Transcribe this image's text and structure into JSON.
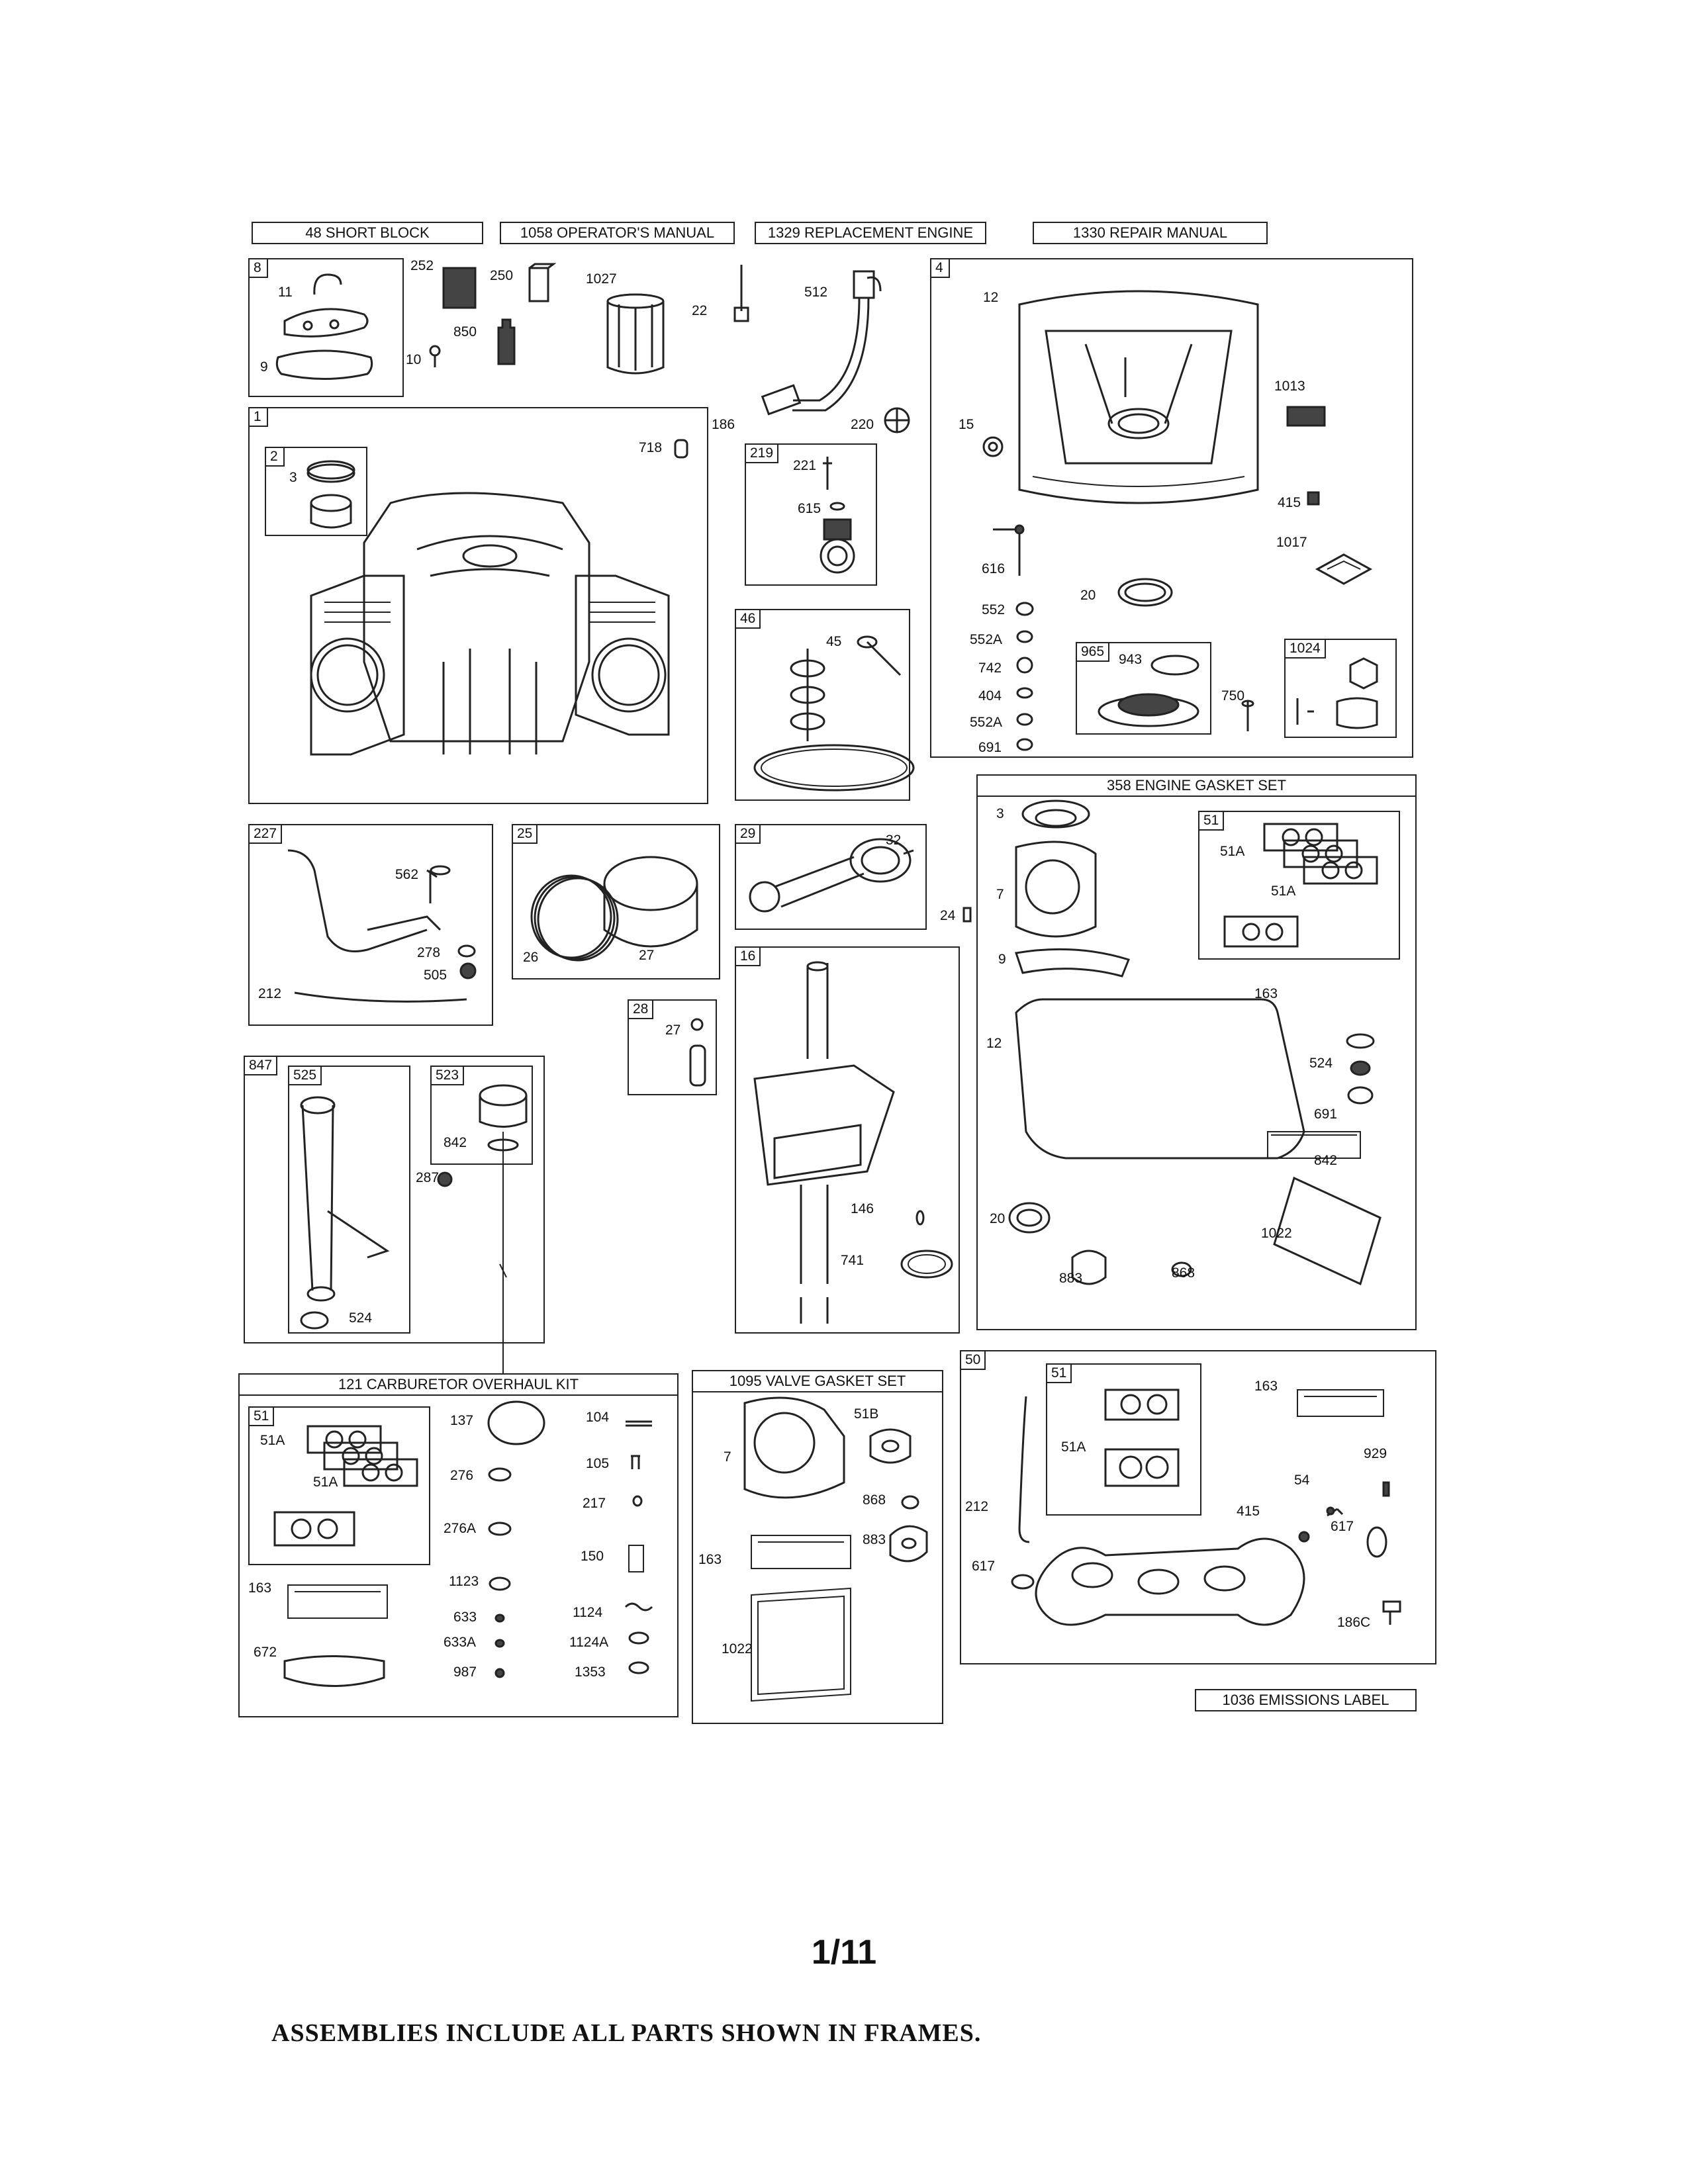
{
  "headers": {
    "short_block": "48 SHORT BLOCK",
    "operators_manual": "1058 OPERATOR'S MANUAL",
    "replacement_engine": "1329 REPLACEMENT ENGINE",
    "repair_manual": "1330 REPAIR MANUAL",
    "engine_gasket_set": "358 ENGINE GASKET SET",
    "carburetor_kit": "121 CARBURETOR OVERHAUL KIT",
    "valve_gasket_set": "1095 VALVE GASKET SET",
    "emissions_label": "1036 EMISSIONS LABEL"
  },
  "frames": {
    "f8": "8",
    "f4": "4",
    "f1": "1",
    "f2": "2",
    "f219": "219",
    "f46": "46",
    "f965": "965",
    "f1024": "1024",
    "f51_gasket": "51",
    "f227": "227",
    "f25": "25",
    "f29": "29",
    "f16": "16",
    "f28": "28",
    "f847": "847",
    "f525": "525",
    "f523": "523",
    "f51_carb": "51",
    "f50": "50",
    "f51_manifold": "51"
  },
  "labels": {
    "p11": "11",
    "p9": "9",
    "p252": "252",
    "p250": "250",
    "p850": "850",
    "p10": "10",
    "p1027": "1027",
    "p22": "22",
    "p512": "512",
    "p186": "186",
    "p220": "220",
    "p12": "12",
    "p1013": "1013",
    "p15": "15",
    "p415": "415",
    "p1017": "1017",
    "p616": "616",
    "p20": "20",
    "p552": "552",
    "p552a": "552A",
    "p742": "742",
    "p404": "404",
    "p552a_2": "552A",
    "p691": "691",
    "p943": "943",
    "p750": "750",
    "p3": "3",
    "p718": "718",
    "p221": "221",
    "p615": "615",
    "p45": "45",
    "p562": "562",
    "p278": "278",
    "p505": "505",
    "p212": "212",
    "p26": "26",
    "p27": "27",
    "p32": "32",
    "p24": "24",
    "p27_b": "27",
    "p146": "146",
    "p741": "741",
    "p287": "287",
    "p842": "842",
    "p524": "524",
    "g3": "3",
    "g7": "7",
    "g51a": "51A",
    "g51a_2": "51A",
    "g9": "9",
    "g163": "163",
    "g12": "12",
    "g524": "524",
    "g691": "691",
    "g842": "842",
    "g20": "20",
    "g1022": "1022",
    "g883": "883",
    "g868": "868",
    "c51a": "51A",
    "c51a_2": "51A",
    "c137": "137",
    "c104": "104",
    "c105": "105",
    "c276": "276",
    "c217": "217",
    "c276a": "276A",
    "c150": "150",
    "c1123": "1123",
    "c163": "163",
    "c633": "633",
    "c1124": "1124",
    "c633a": "633A",
    "c1124a": "1124A",
    "c672": "672",
    "c987": "987",
    "c1353": "1353",
    "v7": "7",
    "v51b": "51B",
    "v868": "868",
    "v883": "883",
    "v163": "163",
    "v1022": "1022",
    "m212": "212",
    "m51a": "51A",
    "m163": "163",
    "m929": "929",
    "m54": "54",
    "m415": "415",
    "m617": "617",
    "m617_2": "617",
    "m186c": "186C"
  },
  "page_number": "1/11",
  "footer_note": "ASSEMBLIES INCLUDE ALL PARTS SHOWN IN FRAMES."
}
